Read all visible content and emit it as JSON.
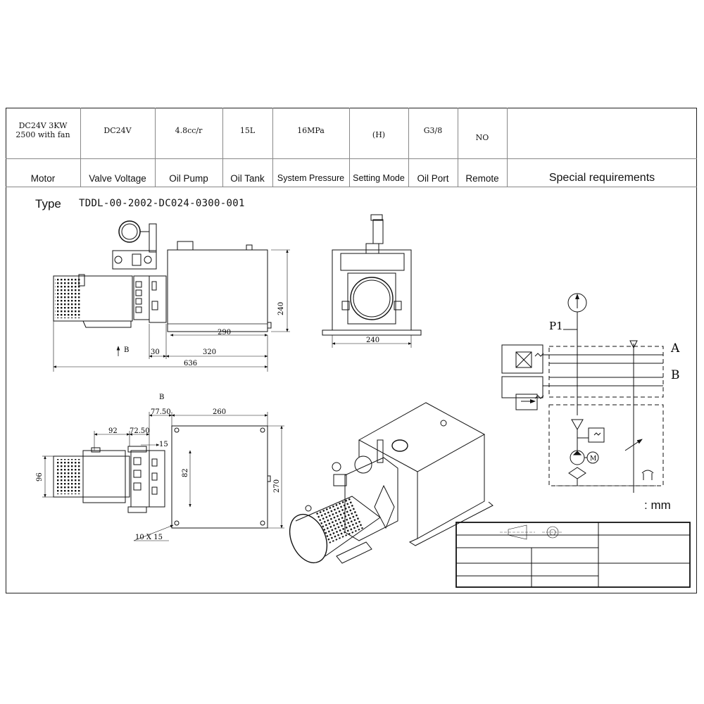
{
  "spec_table": {
    "values": [
      {
        "key": "motor",
        "text": "DC24V 3KW\n2500 with fan"
      },
      {
        "key": "valve_voltage",
        "text": "DC24V"
      },
      {
        "key": "oil_pump",
        "text": "4.8cc/r"
      },
      {
        "key": "oil_tank",
        "text": "15L"
      },
      {
        "key": "system_pressure",
        "text": "16MPa"
      },
      {
        "key": "setting_mode",
        "text": "(H)"
      },
      {
        "key": "oil_port",
        "text": "G3/8"
      },
      {
        "key": "remote",
        "text": "NO"
      },
      {
        "key": "special",
        "text": ""
      }
    ],
    "headers": [
      "Motor",
      "Valve Voltage",
      "Oil Pump",
      "Oil Tank",
      "System Pressure",
      "Setting Mode",
      "Oil Port",
      "Remote",
      "Special requirements"
    ]
  },
  "type": {
    "label": "Type",
    "code": "TDDL-00-2002-DC024-0300-001"
  },
  "dimensions": {
    "side_view": {
      "height": "240",
      "tank_width": "290",
      "offset": "30",
      "base_length": "320",
      "total_length": "636",
      "view_marker": "B"
    },
    "end_view": {
      "width": "240"
    },
    "top_view": {
      "view_label": "B",
      "offset_a": "77.50",
      "tank_length": "260",
      "offset_b": "92",
      "offset_c": "72.50",
      "offset_d": "15",
      "motor_height": "96",
      "port_spacing": "82",
      "tank_depth": "270",
      "slot": "10 X 15"
    }
  },
  "hydraulic": {
    "port_p1": "P1",
    "port_a": "A",
    "port_b": "B",
    "motor_symbol": "M"
  },
  "units": {
    "label": ": mm"
  }
}
